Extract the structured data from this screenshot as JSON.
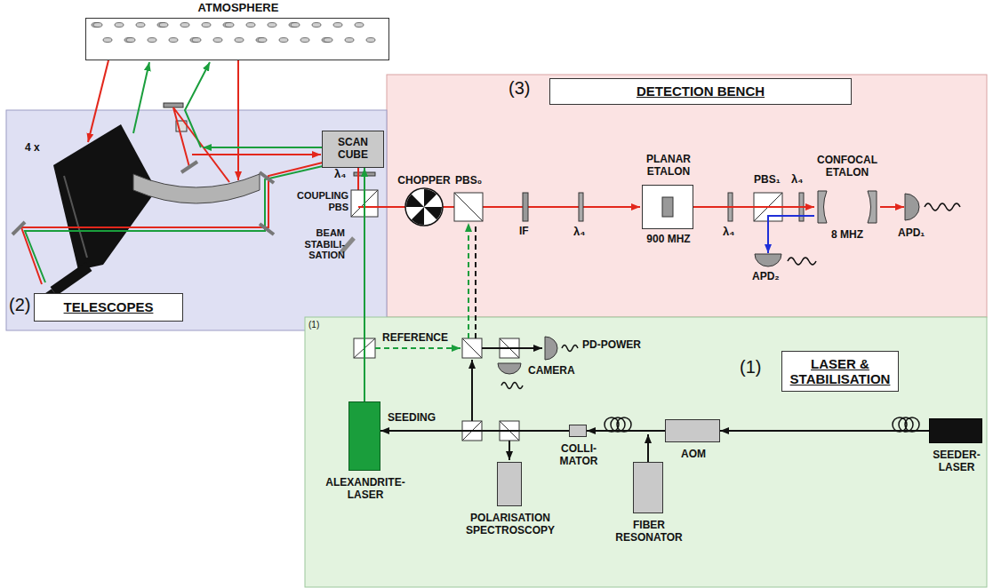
{
  "diagram": {
    "nodes": [
      {
        "text": [
          "ATMOSPHERE"
        ]
      },
      {
        "text": [
          "(2)"
        ]
      },
      {
        "text": [
          "TELESCOPES"
        ],
        "in": 1
      },
      {
        "text": [
          "SCAN CUBE"
        ],
        "in": 1
      },
      {
        "text": [
          "(3)"
        ]
      },
      {
        "text": [
          "DETECTION BENCH"
        ],
        "in": 4
      },
      {
        "text": [
          "PLANAR ETALON",
          "900 MHZ"
        ],
        "in": 4
      },
      {
        "text": [
          "CONFOCAL ETALON",
          "8 MHZ"
        ],
        "in": 4
      },
      {
        "text": [
          "APD₁"
        ],
        "in": 4
      },
      {
        "text": [
          "APD₂"
        ],
        "in": 4
      },
      {
        "text": [
          "(1)"
        ]
      },
      {
        "text": [
          "LASER & STABILISATION"
        ],
        "in": 10
      },
      {
        "text": [
          "ALEXANDRITE-LASER"
        ],
        "in": 10
      },
      {
        "text": [
          "POLARISATION SPECTROSCOPY"
        ],
        "in": 10
      },
      {
        "text": [
          "COLLI-MATOR"
        ],
        "in": 10
      },
      {
        "text": [
          "AOM"
        ],
        "in": 10
      },
      {
        "text": [
          "FIBER RESONATOR"
        ],
        "in": 10
      },
      {
        "text": [
          "SEEDER-LASER"
        ],
        "in": 10
      },
      {
        "text": [
          "PD-POWER"
        ],
        "in": 10
      },
      {
        "text": [
          "CAMERA"
        ],
        "in": 10
      }
    ],
    "edges": [
      {
        "from": 12,
        "to": 3,
        "arrow": "to"
      },
      {
        "from": 17,
        "to": 15,
        "arrow": "to"
      },
      {
        "from": 15,
        "to": 14,
        "arrow": "to"
      },
      {
        "from": 14,
        "to": 12,
        "arrow": "to",
        "label": "SEEDING"
      },
      {
        "from": 6,
        "to": 7,
        "arrow": "to"
      },
      {
        "from": 7,
        "to": 8,
        "arrow": "to"
      },
      {
        "from": 7,
        "to": 9,
        "arrow": "to"
      }
    ],
    "labels": [
      "4 x",
      "λ₄",
      "COUPLING PBS",
      "BEAM STABILI-SATION",
      "CHOPPER",
      "PBS₀",
      "IF",
      "λ₄",
      "λ₄",
      "PBS₁",
      "λ₄",
      "(1)",
      "REFERENCE"
    ]
  }
}
